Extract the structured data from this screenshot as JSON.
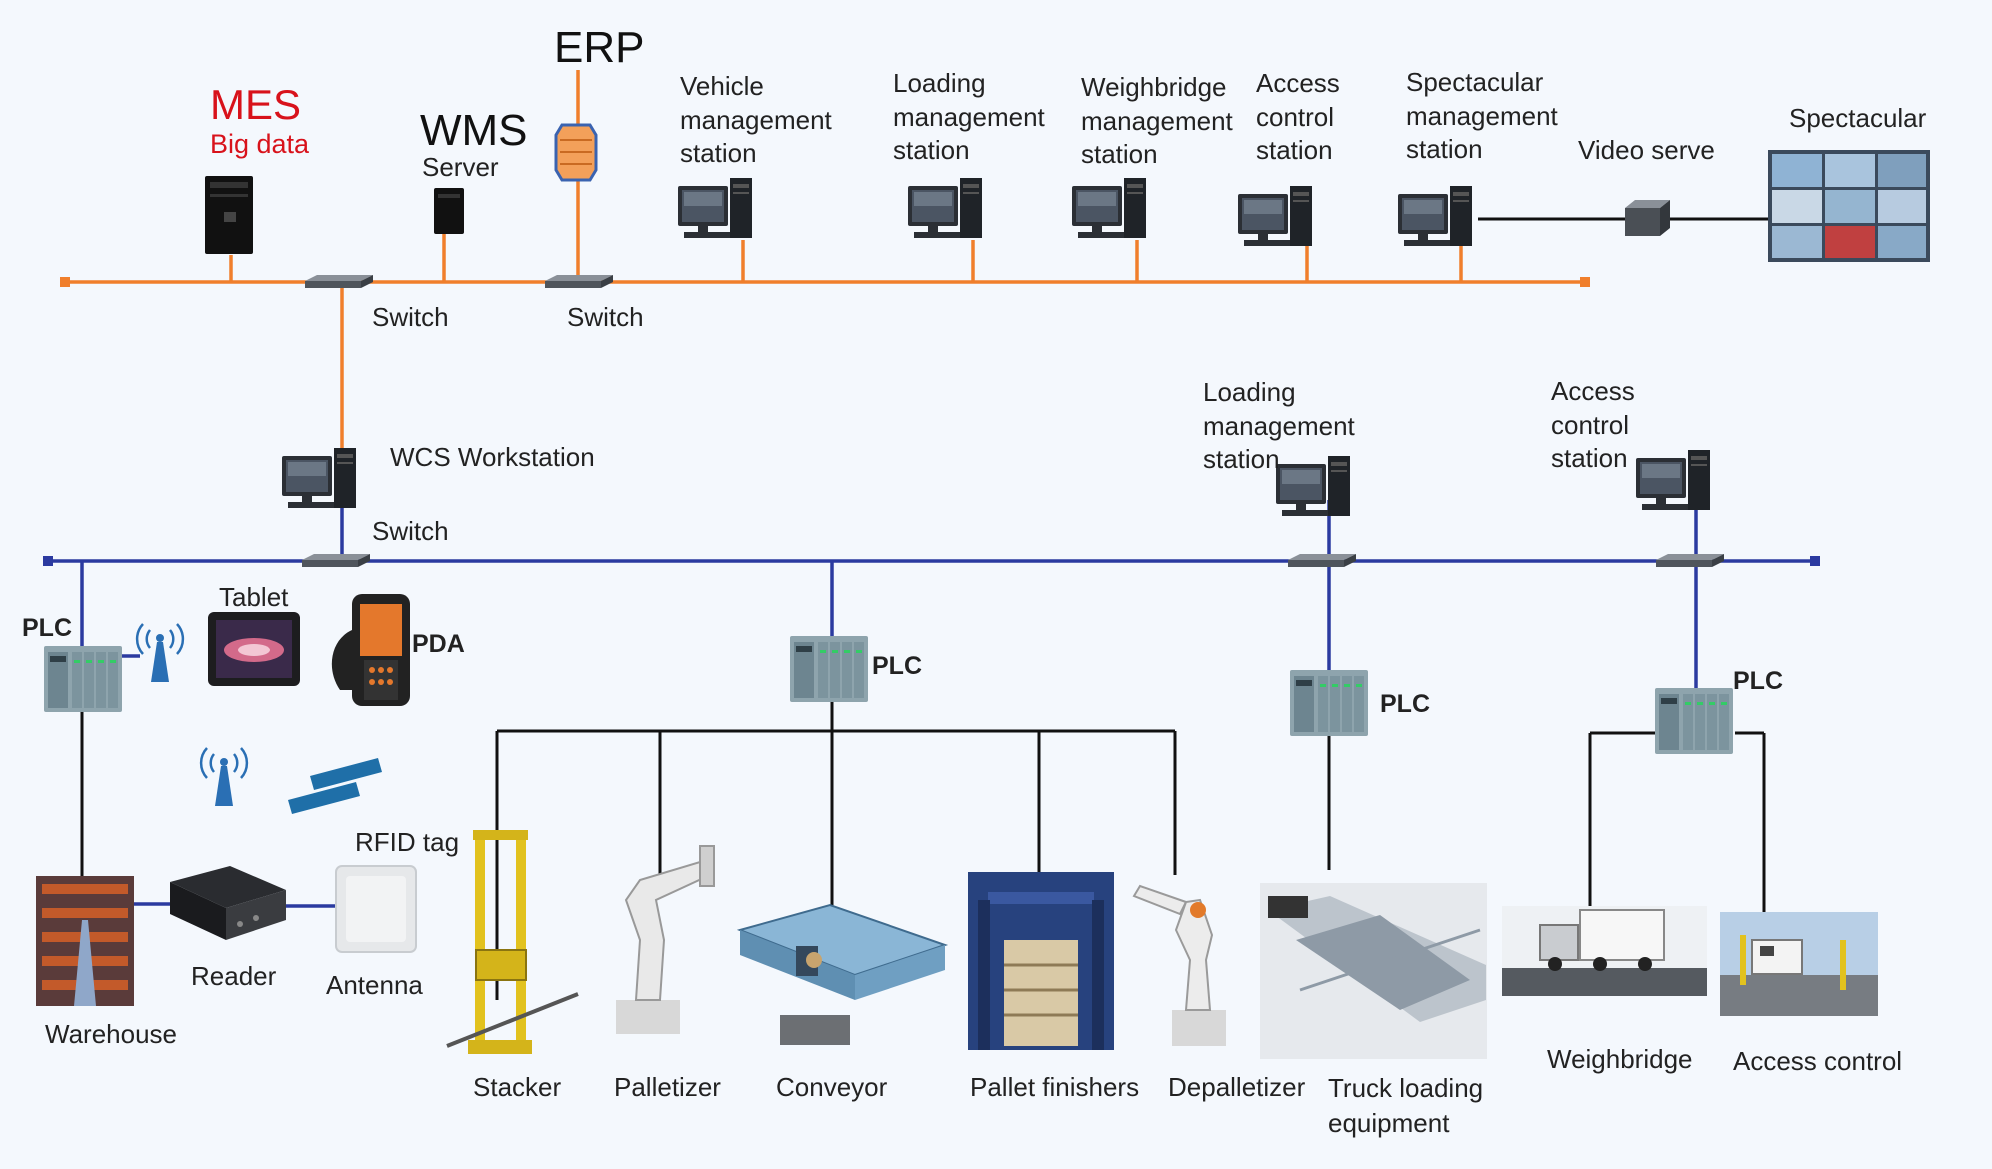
{
  "top": {
    "mes": "MES",
    "big_data": "Big data",
    "wms": "WMS",
    "server": "Server",
    "erp": "ERP",
    "vehicle": [
      "Vehicle",
      "management",
      "station"
    ],
    "loading": [
      "Loading",
      "management",
      "station"
    ],
    "weighbridge": [
      "Weighbridge",
      "management",
      "station"
    ],
    "access": [
      "Access",
      "control",
      "station"
    ],
    "spectacular_mgmt": [
      "Spectacular",
      "management",
      "station"
    ],
    "video_serve": "Video serve",
    "spectacular": "Spectacular",
    "switch1": "Switch",
    "switch2": "Switch"
  },
  "middle": {
    "wcs": "WCS Workstation",
    "switch": "Switch",
    "loading": [
      "Loading",
      "management",
      "station"
    ],
    "access": [
      "Access",
      "control",
      "station"
    ]
  },
  "bottom": {
    "plc": "PLC",
    "tablet": "Tablet",
    "pda": "PDA",
    "rfid_tag": "RFID tag",
    "warehouse": "Warehouse",
    "reader": "Reader",
    "antenna": "Antenna",
    "stacker": "Stacker",
    "palletizer": "Palletizer",
    "conveyor": "Conveyor",
    "pallet_finishers": "Pallet finishers",
    "depalletizer": "Depalletizer",
    "truck_loading": [
      "Truck loading",
      "equipment"
    ],
    "weighbridge": "Weighbridge",
    "access_control": "Access control"
  }
}
